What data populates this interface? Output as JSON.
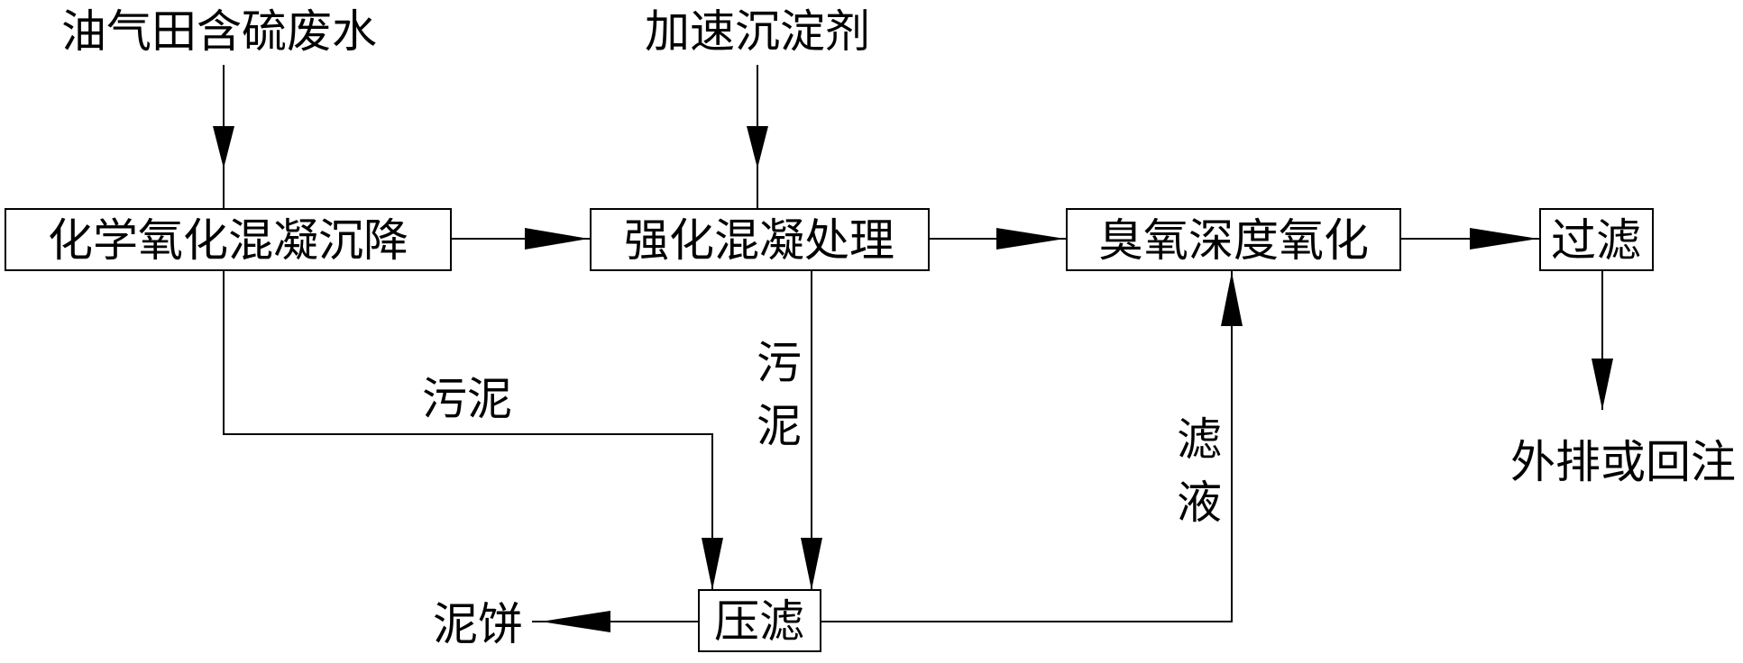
{
  "nodes": {
    "source": "油气田含硫废水",
    "accelerant": "加速沉淀剂",
    "chem_oxidation": "化学氧化混凝沉降",
    "enhanced_coag": "强化混凝处理",
    "ozone_oxidation": "臭氧深度氧化",
    "filtration": "过滤",
    "discharge": "外排或回注",
    "press_filter": "压滤",
    "mud_cake": "泥饼"
  },
  "edge_labels": {
    "sludge_1": "污泥",
    "sludge_2_top": "污",
    "sludge_2_bottom": "泥",
    "filtrate_top": "滤",
    "filtrate_bottom": "液"
  },
  "colors": {
    "stroke": "#000000",
    "background": "#ffffff"
  }
}
